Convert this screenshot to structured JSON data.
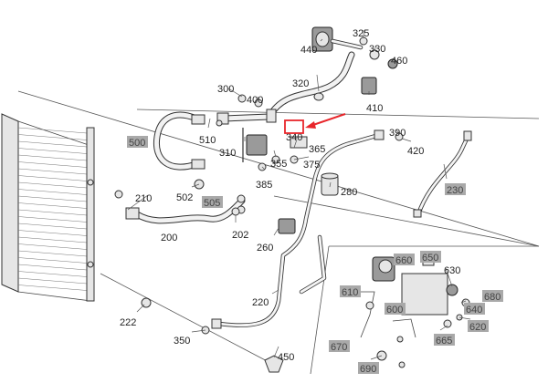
{
  "diagram": {
    "callouts": [
      {
        "text": "440",
        "highlighted": false
      },
      {
        "text": "325",
        "highlighted": false
      },
      {
        "text": "330",
        "highlighted": false
      },
      {
        "text": "460",
        "highlighted": false
      },
      {
        "text": "320",
        "highlighted": false
      },
      {
        "text": "410",
        "highlighted": false
      },
      {
        "text": "300",
        "highlighted": false
      },
      {
        "text": "400",
        "highlighted": false
      },
      {
        "text": "390",
        "highlighted": false
      },
      {
        "text": "420",
        "highlighted": false
      },
      {
        "text": "500",
        "highlighted": true
      },
      {
        "text": "510",
        "highlighted": false
      },
      {
        "text": "340",
        "highlighted": false,
        "emphasized": true
      },
      {
        "text": "365",
        "highlighted": false
      },
      {
        "text": "310",
        "highlighted": false
      },
      {
        "text": "355",
        "highlighted": false
      },
      {
        "text": "375",
        "highlighted": false
      },
      {
        "text": "385",
        "highlighted": false
      },
      {
        "text": "280",
        "highlighted": false
      },
      {
        "text": "230",
        "highlighted": true
      },
      {
        "text": "210",
        "highlighted": false
      },
      {
        "text": "502",
        "highlighted": false
      },
      {
        "text": "505",
        "highlighted": true
      },
      {
        "text": "200",
        "highlighted": false
      },
      {
        "text": "202",
        "highlighted": false
      },
      {
        "text": "260",
        "highlighted": false
      },
      {
        "text": "660",
        "highlighted": true
      },
      {
        "text": "650",
        "highlighted": true
      },
      {
        "text": "630",
        "highlighted": false
      },
      {
        "text": "610",
        "highlighted": true
      },
      {
        "text": "680",
        "highlighted": true
      },
      {
        "text": "600",
        "highlighted": true
      },
      {
        "text": "640",
        "highlighted": true
      },
      {
        "text": "220",
        "highlighted": false
      },
      {
        "text": "620",
        "highlighted": true
      },
      {
        "text": "222",
        "highlighted": false
      },
      {
        "text": "665",
        "highlighted": true
      },
      {
        "text": "350",
        "highlighted": false
      },
      {
        "text": "670",
        "highlighted": true
      },
      {
        "text": "450",
        "highlighted": false
      },
      {
        "text": "690",
        "highlighted": true
      }
    ],
    "colors": {
      "highlight_box": "#a9a9a9",
      "pointer_arrow": "#e8262b",
      "line": "#333333"
    }
  }
}
